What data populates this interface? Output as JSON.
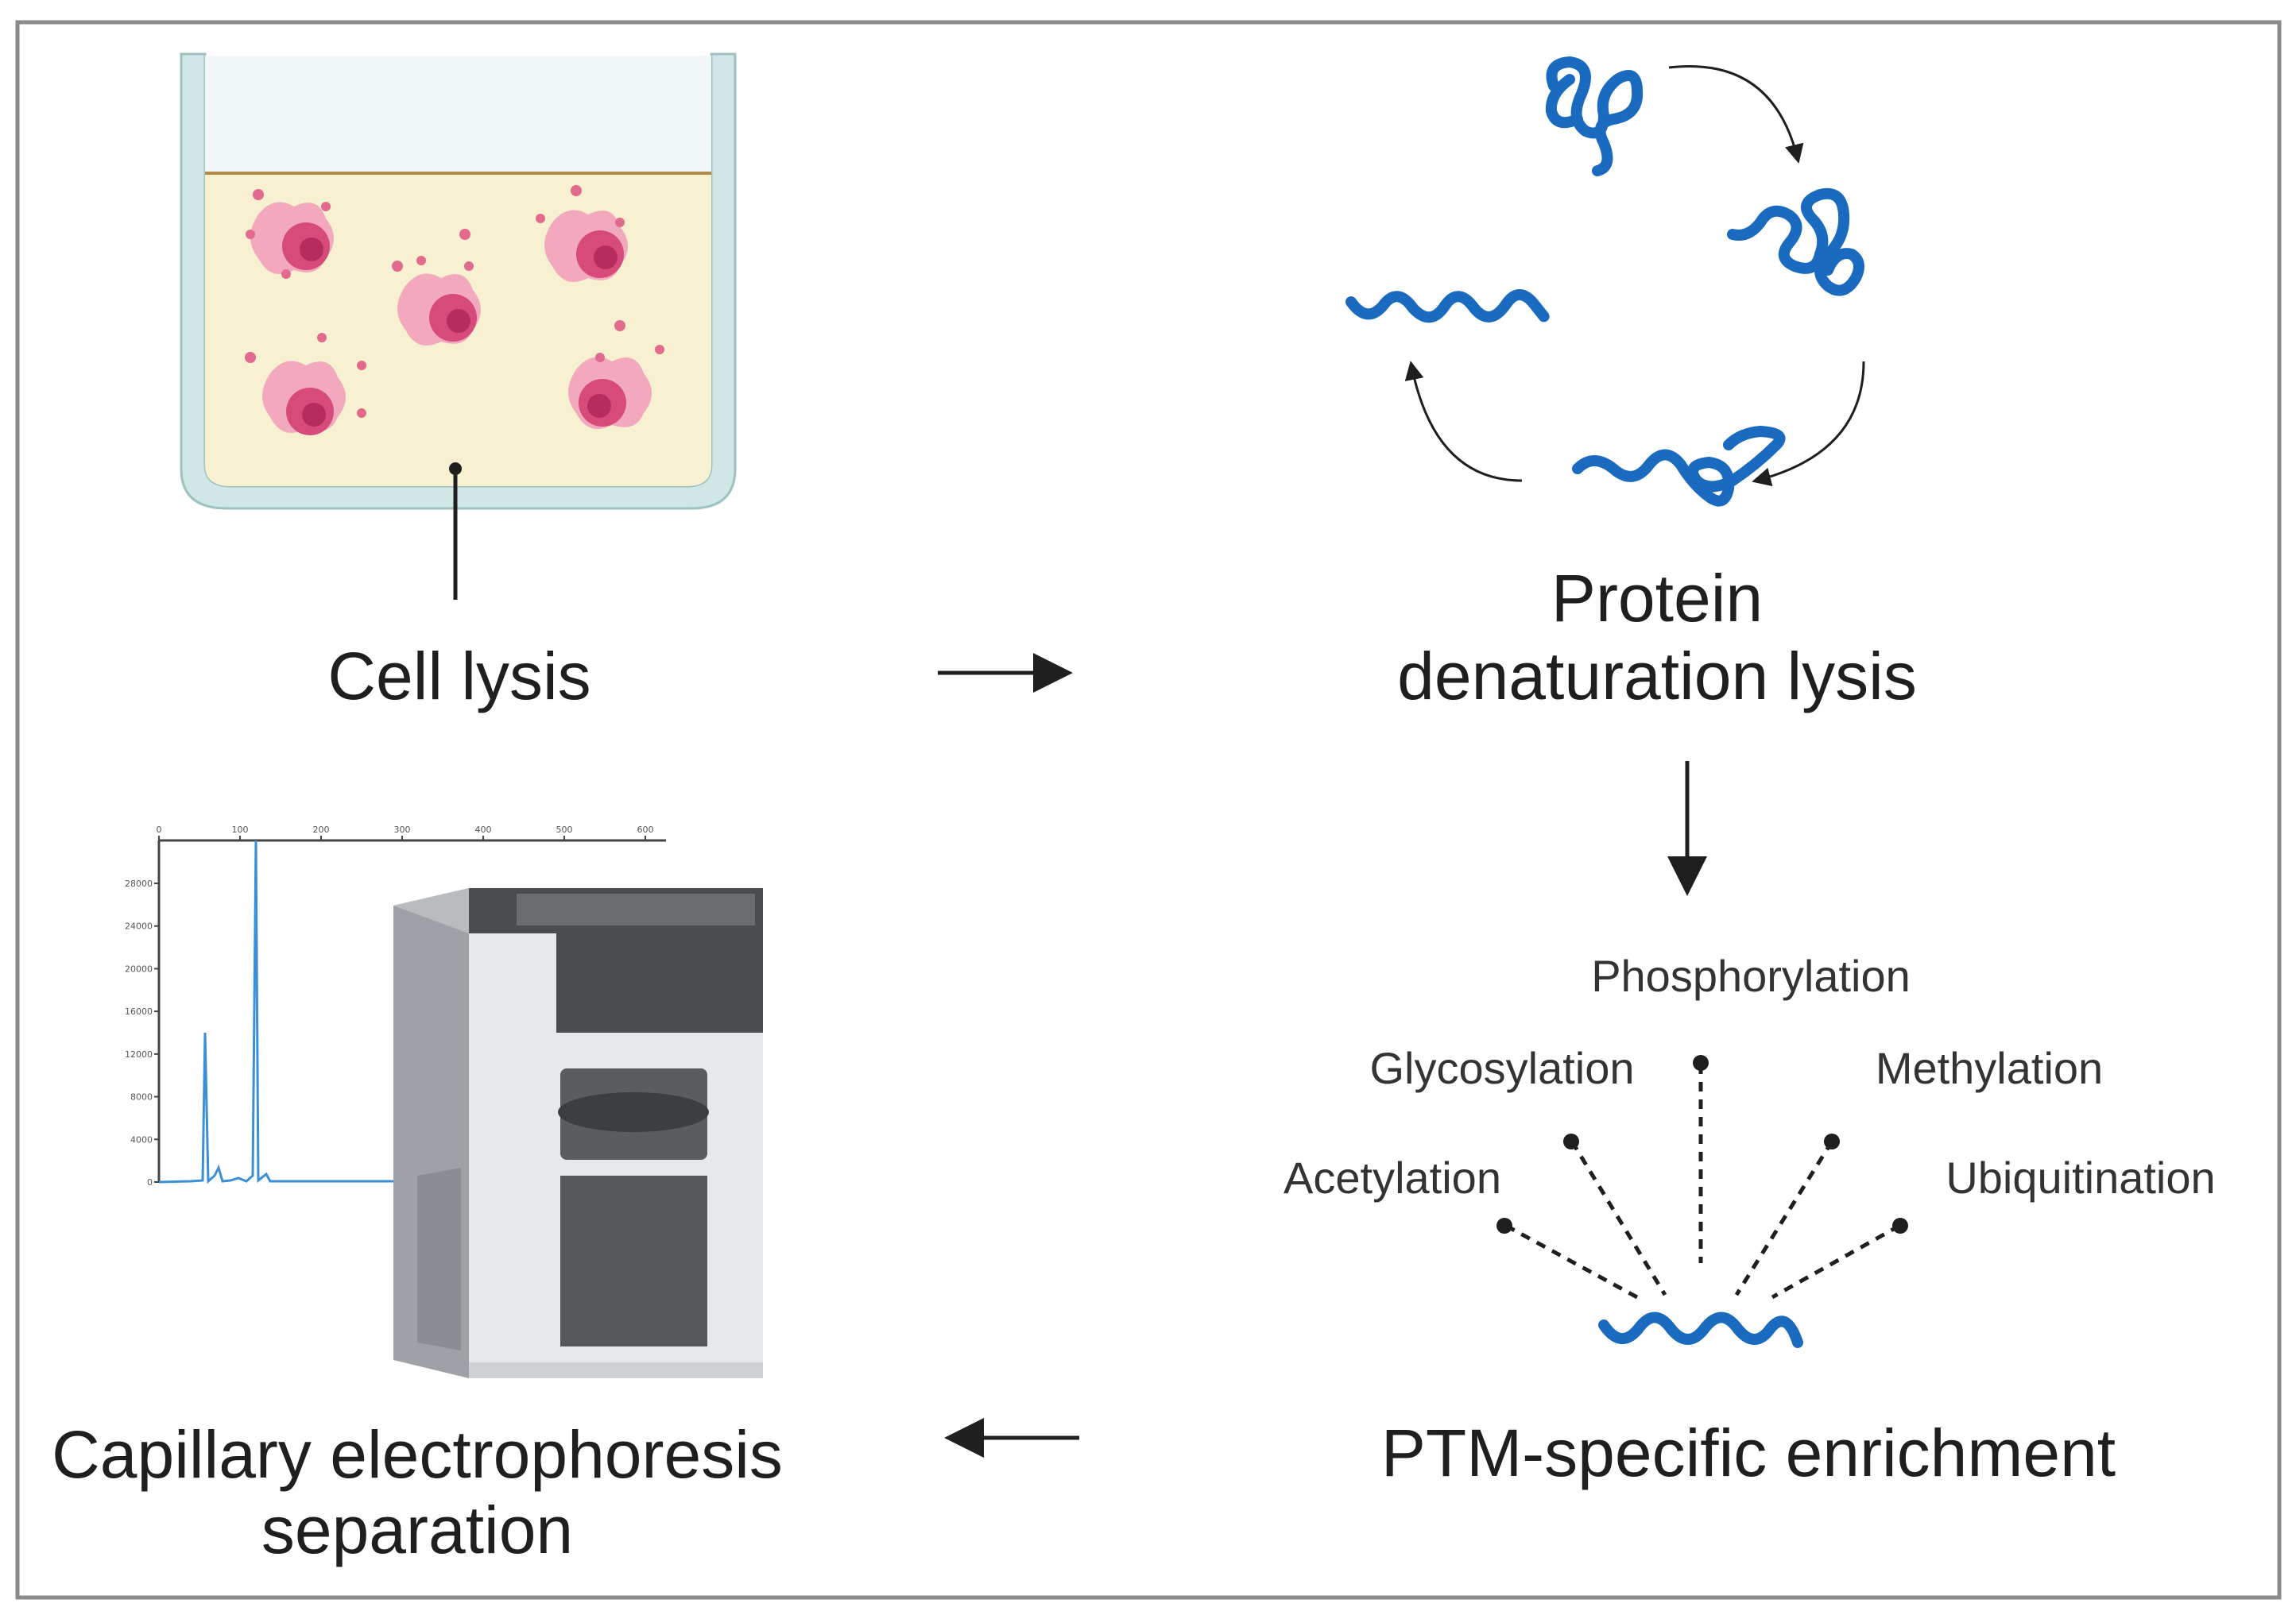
{
  "steps": {
    "cell_lysis": "Cell lysis",
    "protein_line1": "Protein",
    "protein_line2": "denaturation lysis",
    "ptm": "PTM-specific enrichment",
    "ce_line1": "Capillary electrophoresis",
    "ce_line2": "separation"
  },
  "ptm_types": {
    "phosphorylation": "Phosphorylation",
    "glycosylation": "Glycosylation",
    "methylation": "Methylation",
    "acetylation": "Acetylation",
    "ubiquitination": "Ubiquitination"
  },
  "electropherogram": {
    "x_ticks": [
      "0",
      "100",
      "200",
      "300",
      "400",
      "500",
      "600"
    ],
    "y_ticks": [
      "28000",
      "24000",
      "20000",
      "16000",
      "12000",
      "8000",
      "4000",
      "0"
    ]
  },
  "colors": {
    "protein_blue": "#1a6bbf",
    "cell_pink": "#d64b7a",
    "dish_fluid": "#f7f1d2",
    "dish_wall": "#cfe7e5",
    "instrument_gray": "#9ea2a6",
    "border_gray": "#8a8a8a"
  }
}
